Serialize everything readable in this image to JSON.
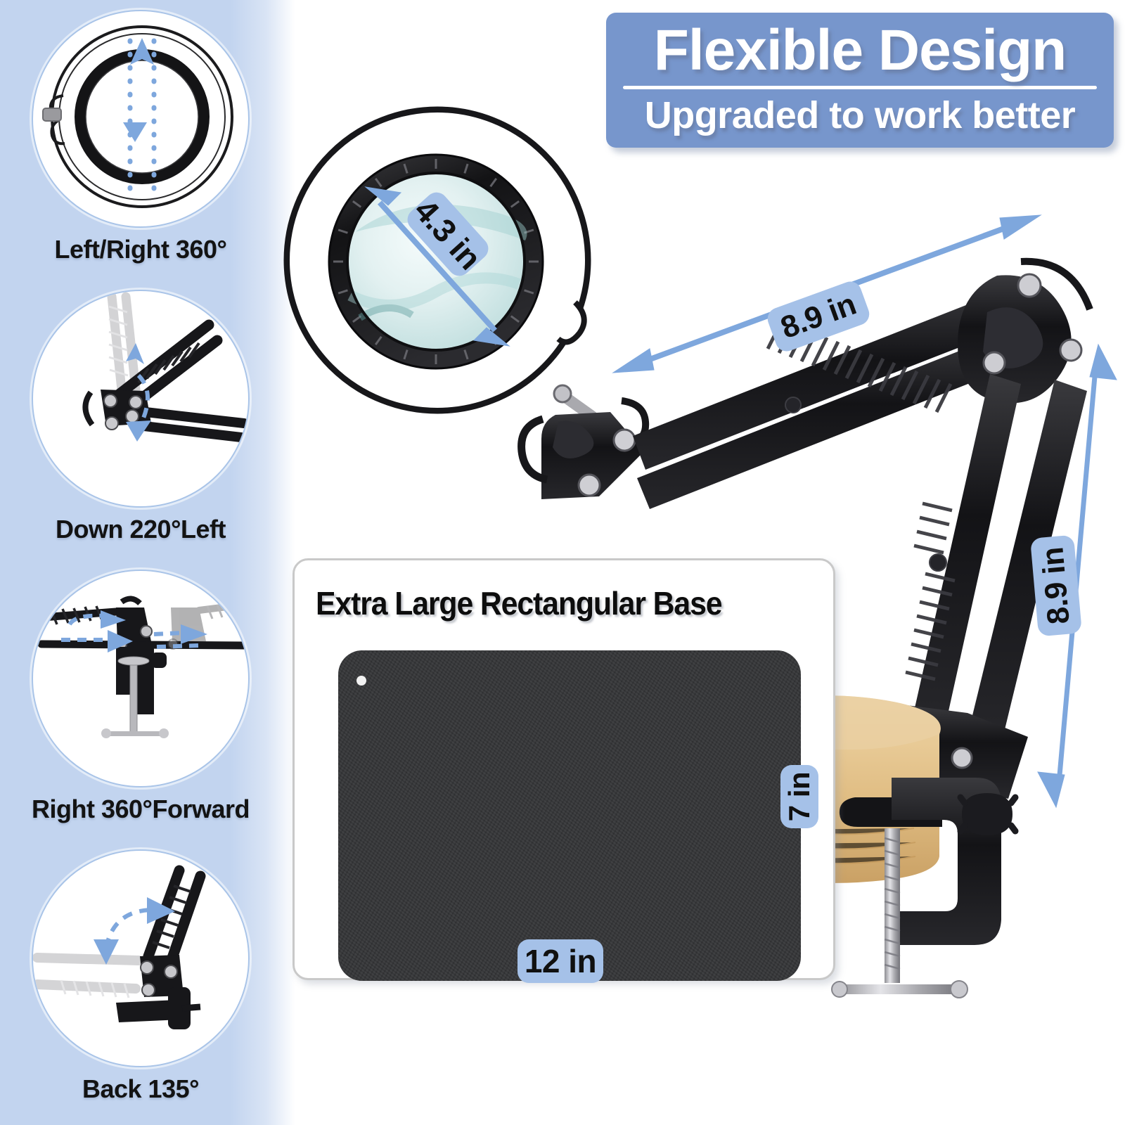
{
  "banner": {
    "title": "Flexible Design",
    "subtitle": "Upgraded to work better"
  },
  "sidebar": {
    "panels": [
      {
        "label": "Left/Right 360°",
        "icon": "lamp-ring-rotation-icon"
      },
      {
        "label": "Down 220°Left",
        "icon": "arm-joint-down-icon"
      },
      {
        "label": "Right 360°Forward",
        "icon": "desk-clamp-rotation-icon"
      },
      {
        "label": "Back 135°",
        "icon": "arm-tilt-back-icon"
      }
    ]
  },
  "base_panel": {
    "title": "Extra Large Rectangular Base",
    "width_label": "12 in",
    "height_label": "7 in"
  },
  "dimensions": {
    "lens_diameter": "4.3 in",
    "upper_arm": "8.9 in",
    "lower_arm": "8.9 in"
  },
  "colors": {
    "sidebar_bg": "#c2d4ef",
    "banner_bg": "#7796cc",
    "badge_bg": "#a5c1e8",
    "arrow_blue": "#7ea7dd",
    "base_plate": "#333436",
    "wood": "#e3c188",
    "product_black": "#1a1a1c"
  }
}
